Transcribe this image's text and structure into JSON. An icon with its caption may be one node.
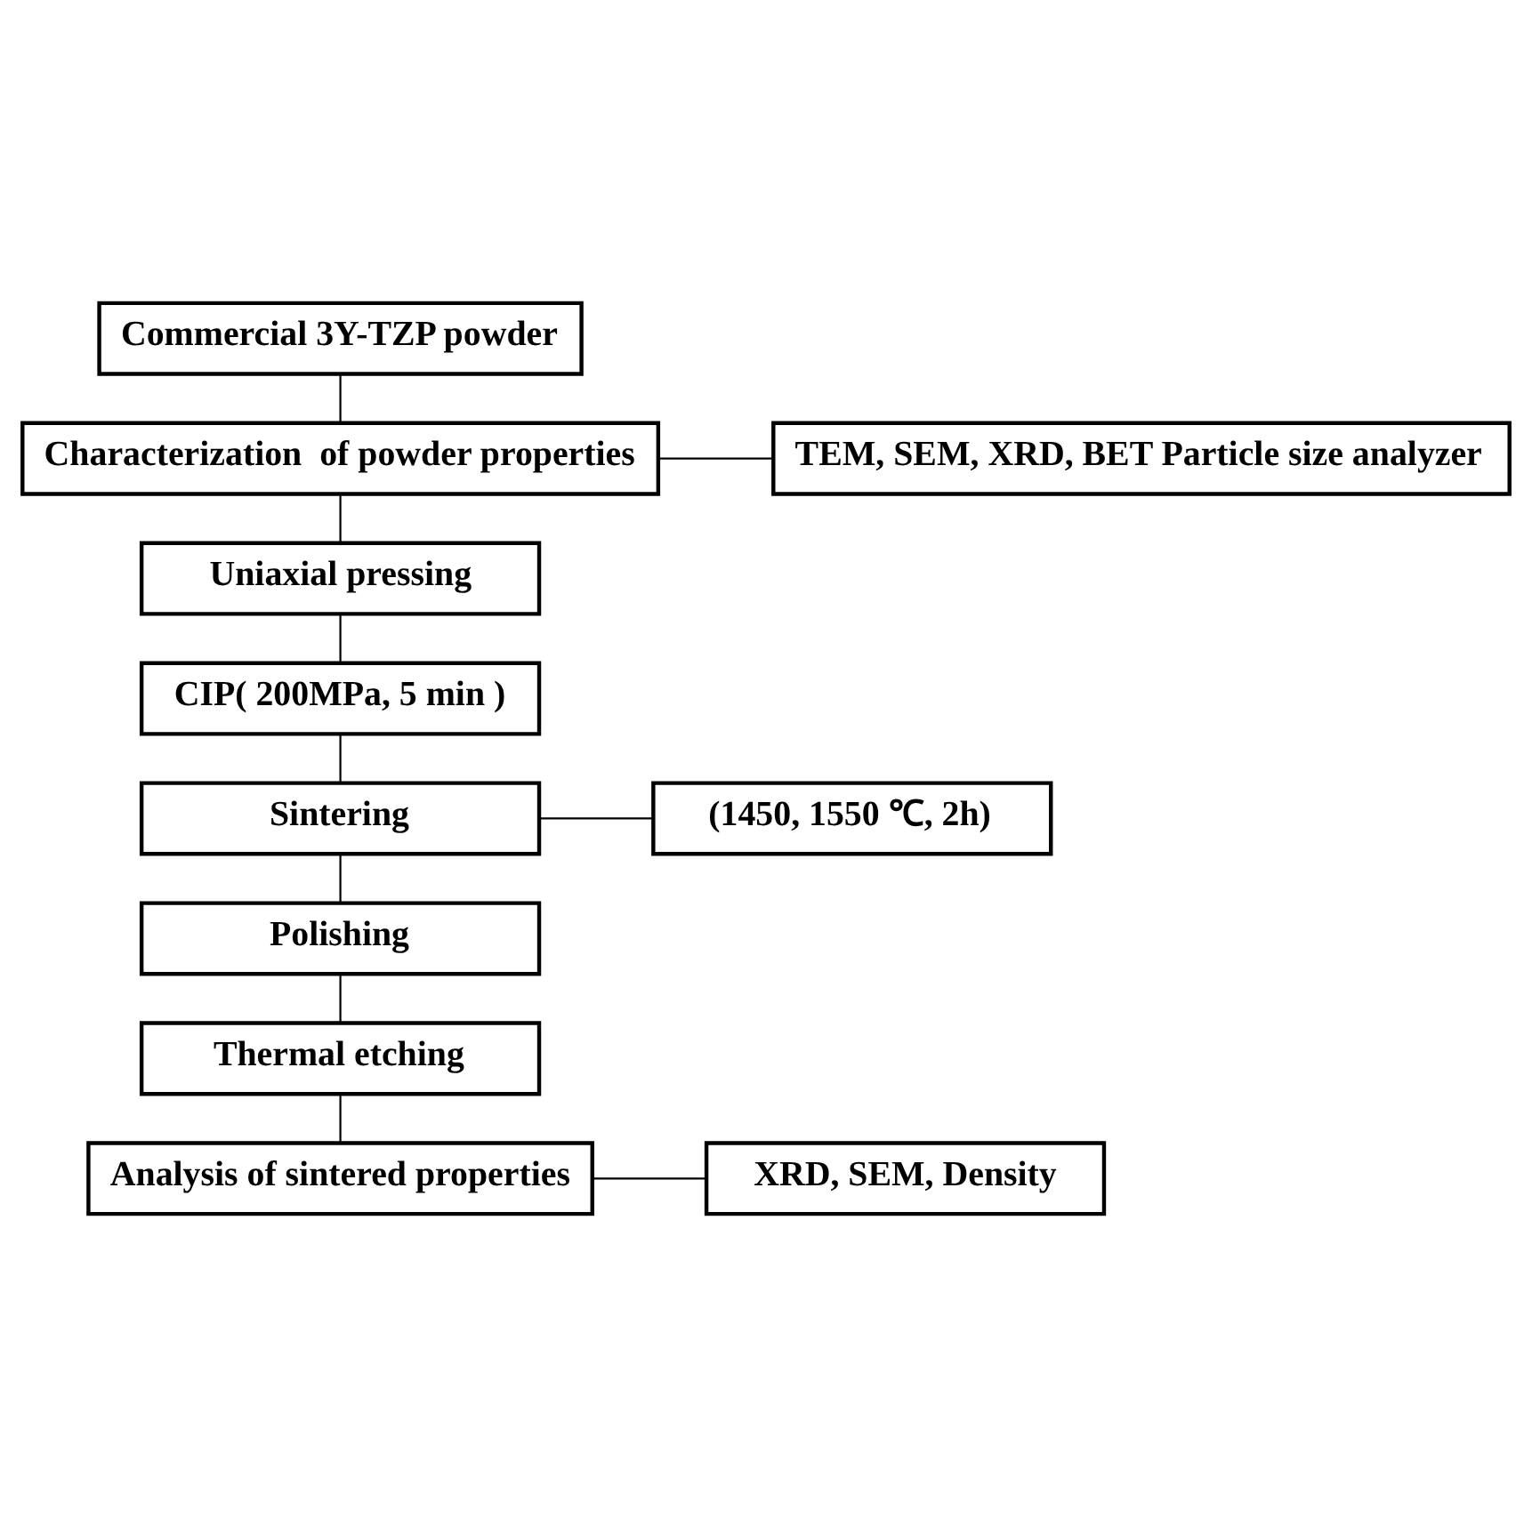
{
  "diagram": {
    "nodes": [
      {
        "text": [
          "Commercial 3Y-TZP powder"
        ]
      },
      {
        "text": [
          "Characterization  of powder properties"
        ]
      },
      {
        "text": [
          "TEM, SEM, XRD, BET Particle size analyzer"
        ]
      },
      {
        "text": [
          "Uniaxial pressing"
        ]
      },
      {
        "text": [
          "CIP( 200MPa, 5 min )"
        ]
      },
      {
        "text": [
          "Sintering"
        ]
      },
      {
        "text": [
          "(1450, 1550 ℃, 2h)"
        ]
      },
      {
        "text": [
          "Polishing"
        ]
      },
      {
        "text": [
          "Thermal etching"
        ]
      },
      {
        "text": [
          "Analysis of sintered properties"
        ]
      },
      {
        "text": [
          "XRD, SEM, Density"
        ]
      }
    ],
    "edges": [
      {
        "from": 0,
        "to": 1,
        "arrow": "none"
      },
      {
        "from": 1,
        "to": 2,
        "arrow": "none"
      },
      {
        "from": 1,
        "to": 3,
        "arrow": "none"
      },
      {
        "from": 3,
        "to": 4,
        "arrow": "none"
      },
      {
        "from": 4,
        "to": 5,
        "arrow": "none"
      },
      {
        "from": 5,
        "to": 6,
        "arrow": "none"
      },
      {
        "from": 5,
        "to": 7,
        "arrow": "none"
      },
      {
        "from": 7,
        "to": 8,
        "arrow": "none"
      },
      {
        "from": 8,
        "to": 9,
        "arrow": "none"
      },
      {
        "from": 9,
        "to": 10,
        "arrow": "none"
      }
    ]
  }
}
